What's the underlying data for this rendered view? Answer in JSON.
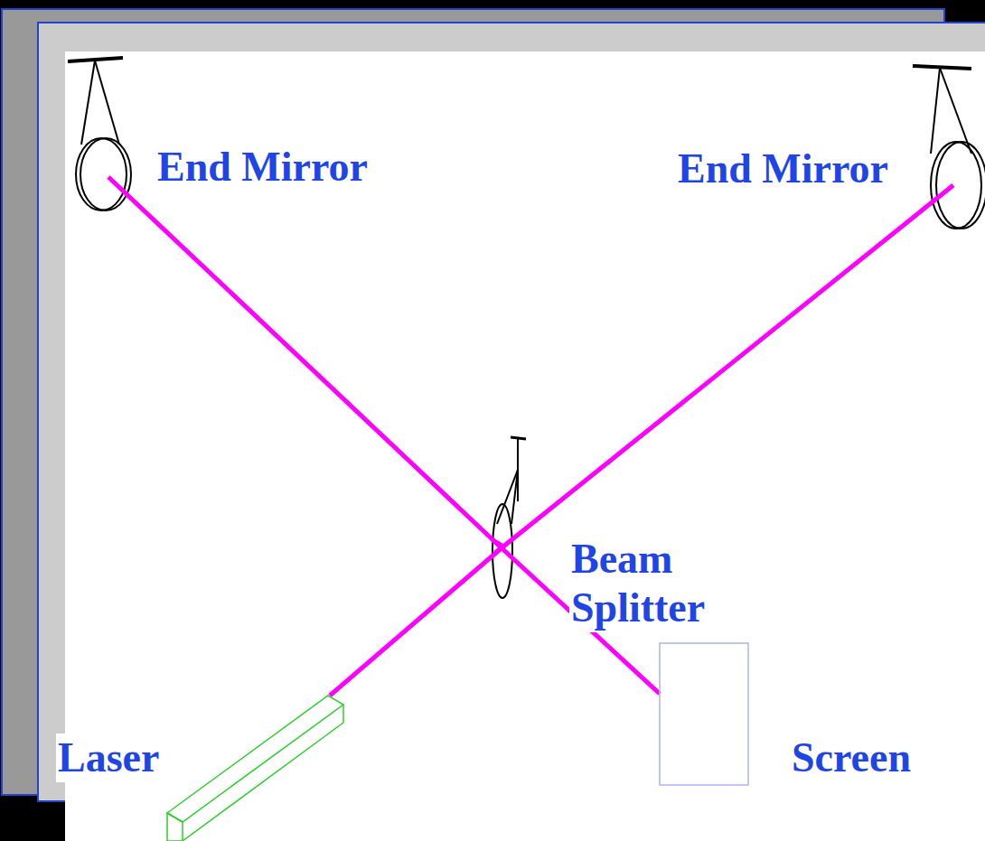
{
  "diagram": {
    "labels": [
      "End Mirror",
      "End Mirror",
      "Beam Splitter",
      "Laser",
      "Screen"
    ]
  }
}
